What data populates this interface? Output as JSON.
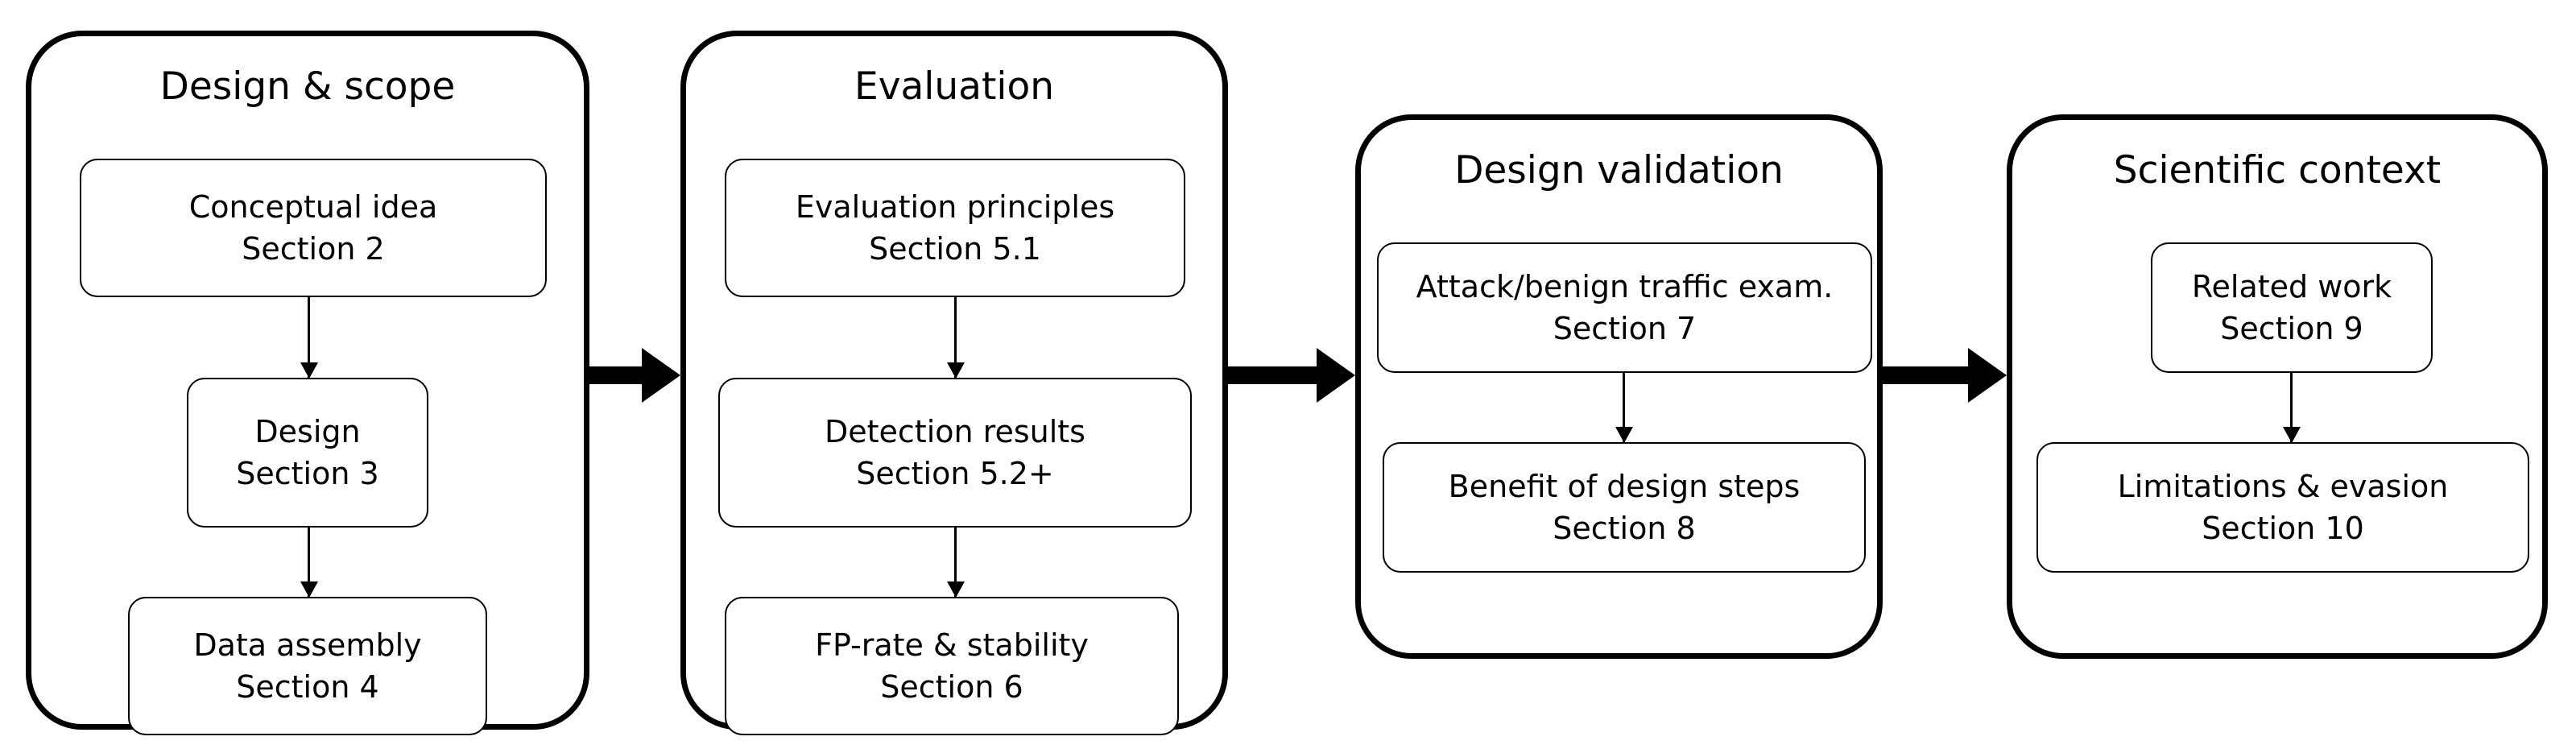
{
  "diagram": {
    "title": "Paper structure overview flowchart",
    "colors": {
      "stroke": "#000000",
      "background": "#ffffff",
      "text": "#000000"
    },
    "groups": [
      {
        "id": "design-scope",
        "title": "Design & scope",
        "nodes": [
          {
            "id": "conceptual-idea",
            "line1": "Conceptual idea",
            "line2": "Section 2"
          },
          {
            "id": "design",
            "line1": "Design",
            "line2": "Section 3"
          },
          {
            "id": "data-assembly",
            "line1": "Data assembly",
            "line2": "Section 4"
          }
        ]
      },
      {
        "id": "evaluation",
        "title": "Evaluation",
        "nodes": [
          {
            "id": "evaluation-principles",
            "line1": "Evaluation principles",
            "line2": "Section 5.1"
          },
          {
            "id": "detection-results",
            "line1": "Detection results",
            "line2": "Section 5.2+"
          },
          {
            "id": "fp-rate-stability",
            "line1": "FP-rate & stability",
            "line2": "Section 6"
          }
        ]
      },
      {
        "id": "design-validation",
        "title": "Design validation",
        "nodes": [
          {
            "id": "attack-benign-traffic-exam",
            "line1": "Attack/benign traffic exam.",
            "line2": "Section 7"
          },
          {
            "id": "benefit-of-design-steps",
            "line1": "Benefit of design steps",
            "line2": "Section 8"
          }
        ]
      },
      {
        "id": "scientific-context",
        "title": "Scientific context",
        "nodes": [
          {
            "id": "related-work",
            "line1": "Related work",
            "line2": "Section 9"
          },
          {
            "id": "limitations-evasion",
            "line1": "Limitations & evasion",
            "line2": "Section 10"
          }
        ]
      }
    ],
    "flow_arrows": [
      {
        "id": "arrow-design-scope-to-evaluation",
        "from": "design-scope",
        "to": "evaluation"
      },
      {
        "id": "arrow-evaluation-to-design-validation",
        "from": "evaluation",
        "to": "design-validation"
      },
      {
        "id": "arrow-design-validation-to-scientific-context",
        "from": "design-validation",
        "to": "scientific-context"
      }
    ]
  }
}
